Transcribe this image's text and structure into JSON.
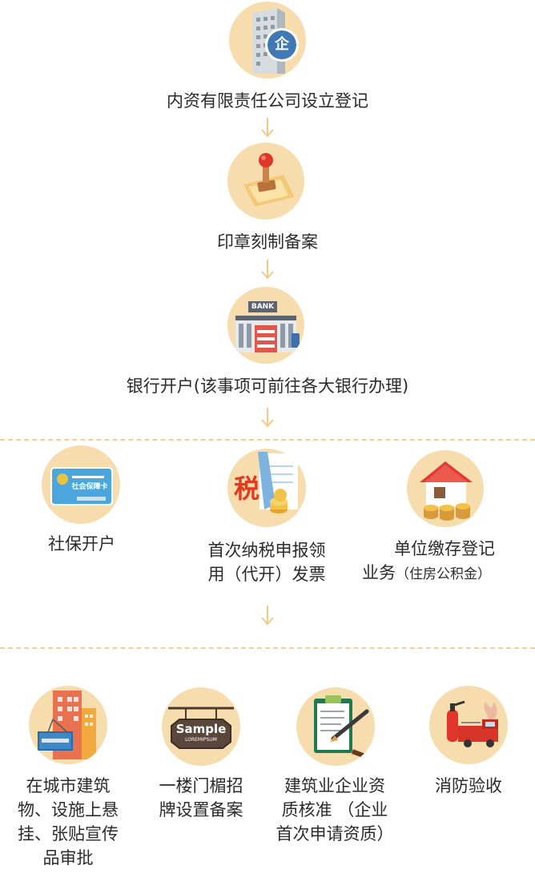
{
  "flow": {
    "step1": {
      "label": "内资有限责任公司设立登记",
      "badge": "企",
      "icon": "office-building-icon"
    },
    "step2": {
      "label": "印章刻制备案",
      "icon": "seal-stamp-icon"
    },
    "step3": {
      "label": "银行开户(该事项可前往各大银行办理)",
      "sign": "BANK",
      "icon": "bank-icon"
    },
    "group2": {
      "social": {
        "label": "社保开户",
        "card_text": "社会保障卡",
        "icon": "social-security-card-icon"
      },
      "tax": {
        "line1": "首次纳税申报领",
        "line2": "用（代开）发票",
        "glyph": "税",
        "icon": "tax-coins-icon"
      },
      "fund": {
        "line1": "单位缴存登记",
        "line2a": "业务",
        "line2b": "（住房公积金）",
        "icon": "house-coins-icon"
      }
    },
    "group3": {
      "ad": {
        "lines": [
          "在城市建筑",
          "物、设施上悬",
          "挂、张贴宣传",
          "品审批"
        ],
        "icon": "building-sign-icon"
      },
      "sign": {
        "lines": [
          "一楼门楣招",
          "牌设置备案"
        ],
        "sample": "Sample",
        "sample_sub": "LOREMIPSUM",
        "icon": "sample-signboard-icon"
      },
      "qual": {
        "lines": [
          "建筑业企业资",
          "质核准 （企业",
          "首次申请资质）"
        ],
        "icon": "clipboard-pen-icon"
      },
      "fire": {
        "lines": [
          "消防验收"
        ],
        "icon": "fire-truck-extinguisher-icon"
      }
    }
  },
  "colors": {
    "circle": "#f7dcae",
    "arrow": "#f3c98a",
    "dash": "#f3cf98",
    "text": "#2b2b2b"
  }
}
